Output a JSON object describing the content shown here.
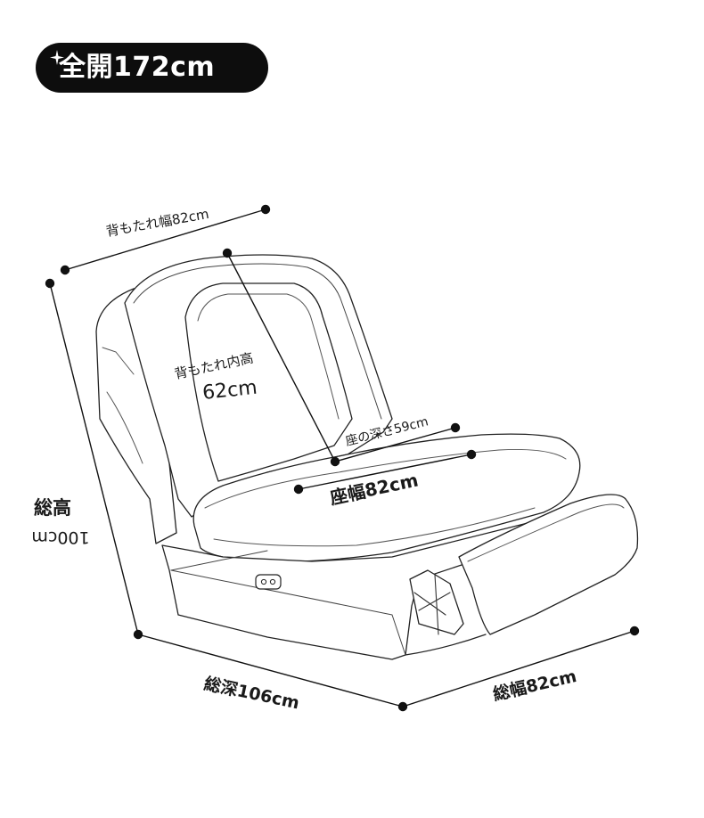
{
  "badge": {
    "label": "全開172cm"
  },
  "dimensions": {
    "backrest_width": "背もたれ幅82cm",
    "backrest_inner_height_label": "背もたれ内高",
    "backrest_inner_height_value": "62cm",
    "seat_depth": "座の深さ59cm",
    "seat_width": "座幅82cm",
    "total_height_label": "総高",
    "total_height_value": "100cm",
    "total_depth": "総深106cm",
    "total_width": "総幅82cm"
  }
}
